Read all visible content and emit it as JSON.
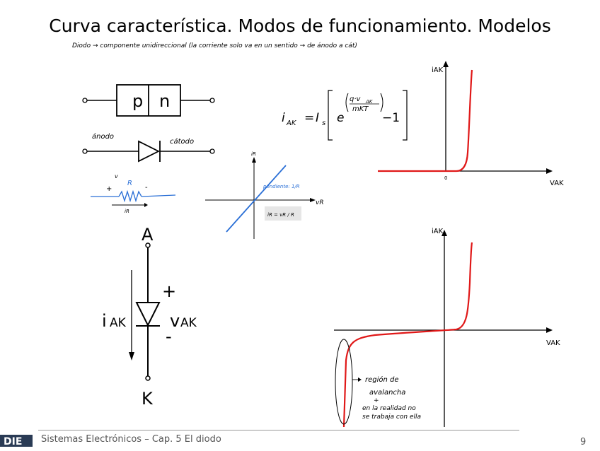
{
  "slide": {
    "title": "Curva característica. Modos de funcionamiento. Modelos",
    "note": "Diodo → componente unidireccional (la corriente solo va en un sentido → de ánodo a cát)",
    "page_number": "9"
  },
  "pn_symbol": {
    "p": "p",
    "n": "n"
  },
  "diode_labels": {
    "anode": "ánodo",
    "cathode": "cátodo"
  },
  "equation": {
    "lhs": "i",
    "lhs_sub": "AK",
    "is": "I",
    "is_sub": "s",
    "base": "e",
    "exp_num": "q·v",
    "exp_num_sub": "AK",
    "exp_den": "mKT",
    "minus_one": "−1"
  },
  "resistor": {
    "v": "v",
    "R": "R",
    "plus": "+",
    "minus": "-",
    "i": "iR"
  },
  "resistor_graph": {
    "y_label": "iR",
    "x_label": "vR",
    "slope_note": "pendiente: 1/R",
    "box": "iR = vR / R"
  },
  "curve1": {
    "y_label": "iAK",
    "x_label": "VAK",
    "origin": "0"
  },
  "curve2": {
    "y_label": "iAK",
    "x_label": "VAK",
    "note1": "región de",
    "note2": "avalancha",
    "note3": "en la realidad no",
    "note4": "se trabaja con ella"
  },
  "big_diode": {
    "A": "A",
    "K": "K",
    "i": "i",
    "i_sub": "AK",
    "v": "v",
    "v_sub": "AK",
    "plus": "+",
    "minus": "-"
  },
  "footer": {
    "text": "Sistemas Electrónicos – Cap. 5 El diodo",
    "logo": "DIE"
  },
  "colors": {
    "curve": "#e01818",
    "hand_blue": "#2a6fd6",
    "axis": "#000000"
  }
}
